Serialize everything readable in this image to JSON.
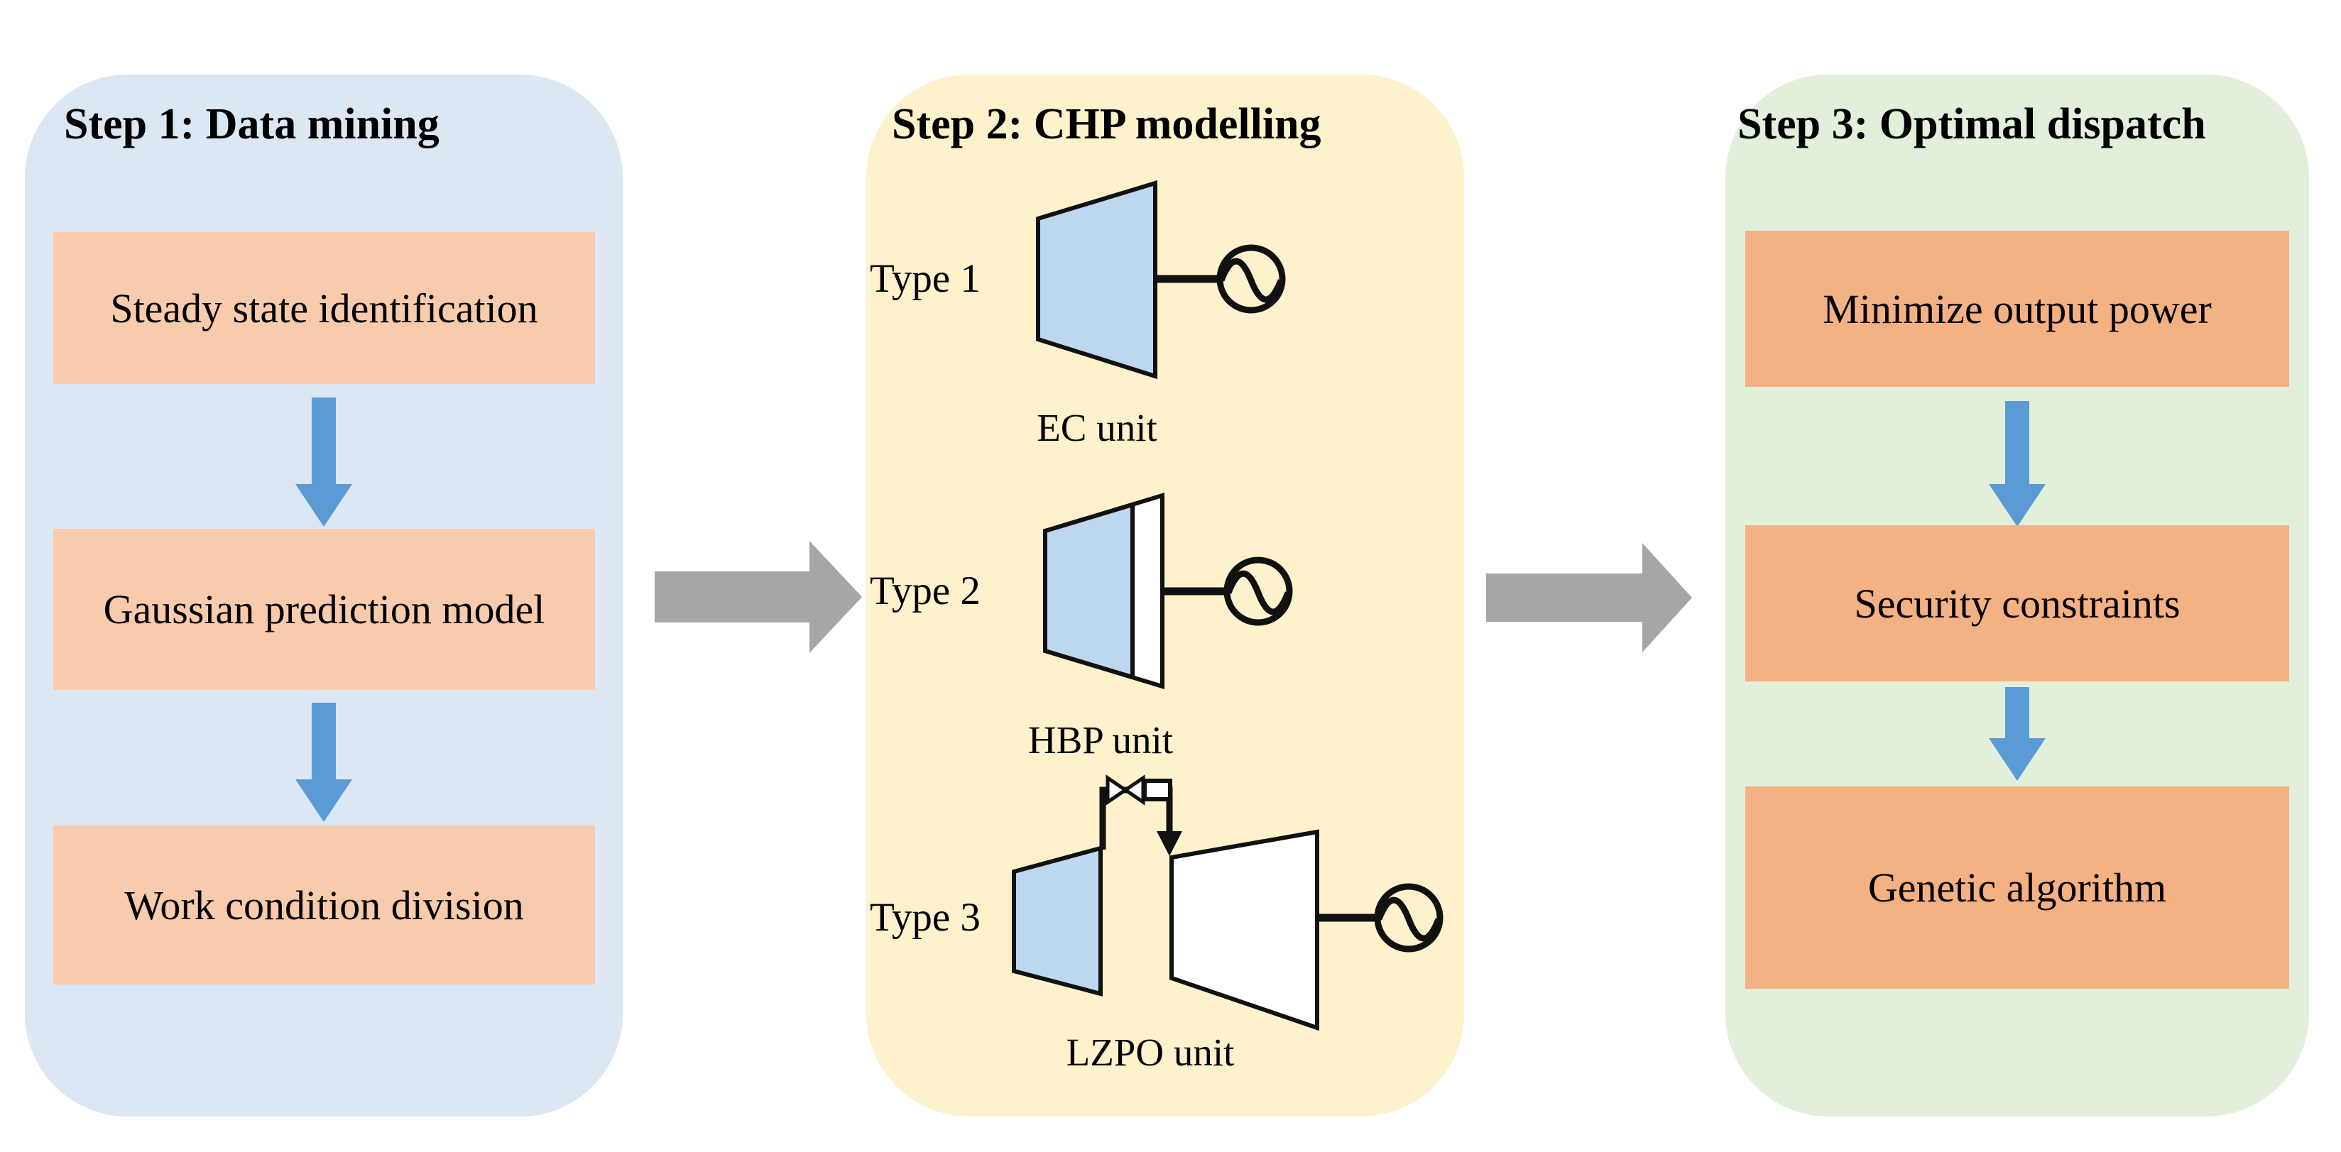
{
  "colors": {
    "page_bg": "#ffffff",
    "step1_panel_bg": "#dbe7f3",
    "step2_panel_bg": "#fdf2cc",
    "step3_panel_bg": "#e2efda",
    "step1_box_fill": "#f8cbad",
    "step3_box_fill": "#f4b183",
    "turbine_fill": "#bdd7ee",
    "down_arrow_blue": "#5b9bd5",
    "link_arrow_gray": "#a6a6a6",
    "outline": "#111111",
    "text": "#000000"
  },
  "panels": [
    {
      "title": "Step 1: Data mining",
      "boxes": [
        "Steady state identification",
        "Gaussian prediction model",
        "Work condition division"
      ]
    },
    {
      "title": "Step 2: CHP modelling",
      "units": [
        {
          "type_label": "Type 1",
          "unit_label": "EC unit"
        },
        {
          "type_label": "Type 2",
          "unit_label": "HBP unit"
        },
        {
          "type_label": "Type 3",
          "unit_label": "LZPO unit"
        }
      ]
    },
    {
      "title": "Step 3: Optimal dispatch",
      "boxes": [
        "Minimize output power",
        "Security constraints",
        "Genetic algorithm"
      ]
    }
  ]
}
